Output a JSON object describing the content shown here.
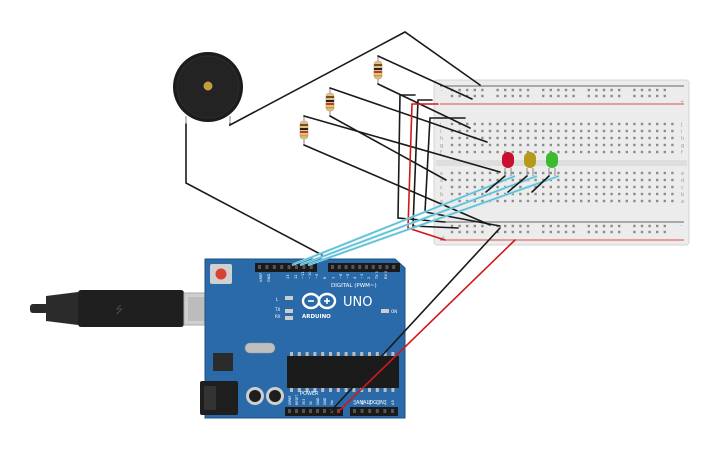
{
  "arduino": {
    "brand": "ARDUINO",
    "model": "UNO",
    "digital_label": "DIGITAL (PWM~)",
    "power_label": "POWER",
    "analog_label": "ANALOG IN",
    "tx_label": "TX",
    "rx_label": "RX",
    "l_label": "L",
    "on_label": "ON",
    "aref_label": "AREF",
    "gnd_label": "GND",
    "analog_pins": [
      "A0",
      "A1",
      "A2",
      "A3",
      "A4",
      "A5"
    ],
    "digital_pins": [
      "13",
      "12",
      "~11",
      "~10",
      "~9",
      "8",
      "7",
      "~6",
      "~5",
      "4",
      "~3",
      "2",
      "TX 1",
      "RX 0"
    ],
    "power_pins": [
      "IOREF",
      "RESET",
      "3V3",
      "5V",
      "GND",
      "GND",
      "Vin"
    ]
  },
  "breadboard": {
    "row_letters_top": [
      "j",
      "i",
      "h",
      "g",
      "f"
    ],
    "row_letters_bottom": [
      "e",
      "d",
      "c",
      "b",
      "a"
    ],
    "columns": 30,
    "plus": "+",
    "minus": "-"
  },
  "leds": [
    {
      "color": "#c8102e"
    },
    {
      "color": "#b59a1c"
    },
    {
      "color": "#3dbb2e"
    }
  ],
  "colors": {
    "board": "#2a6aa8",
    "breadboard": "#ececec",
    "wire_black": "#1a1a1a",
    "wire_red": "#d01a1a",
    "wire_cyan": "#8fd8e8"
  }
}
